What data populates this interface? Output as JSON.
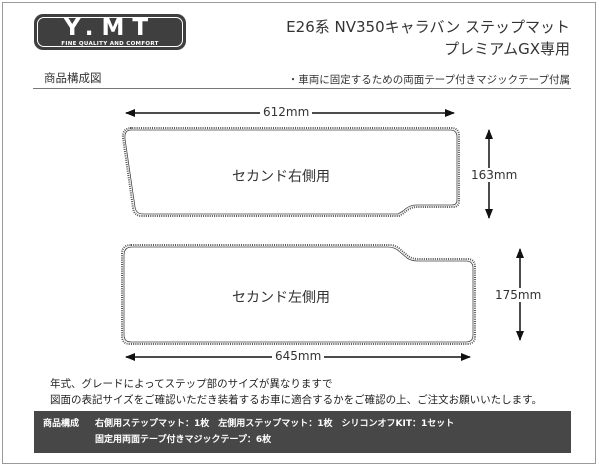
{
  "logo": {
    "text": "Y.MT",
    "tagline": "FINE QUALITY AND COMFORT"
  },
  "header": {
    "title_line1": "E26系 NV350キャラバン ステップマット",
    "title_line2": "プレミアムGX専用"
  },
  "section": {
    "label": "商品構成図",
    "note": "・車両に固定するための両面テープ付きマジックテープ付属"
  },
  "mats": {
    "right": {
      "label": "セカンド右側用",
      "width_label": "612mm",
      "height_label": "163mm"
    },
    "left": {
      "label": "セカンド左側用",
      "width_label": "645mm",
      "height_label": "175mm"
    }
  },
  "notes": {
    "line1": "年式、グレードによってステップ部のサイズが異なりますで",
    "line2": "図面の表記サイズをご確認いただき装着するお車に適合するかをご確認の上、ご注文お願いいたします。"
  },
  "contents": {
    "label": "商品構成",
    "line1": "右側用ステップマット：1枚　左側用ステップマット：1枚　シリコンオフKIT：1セット",
    "line2": "固定用両面テープ付きマジックテープ：6枚"
  },
  "colors": {
    "logo_bg": "#3f3f3f",
    "box_bg": "#474747",
    "outline": "#555555"
  }
}
